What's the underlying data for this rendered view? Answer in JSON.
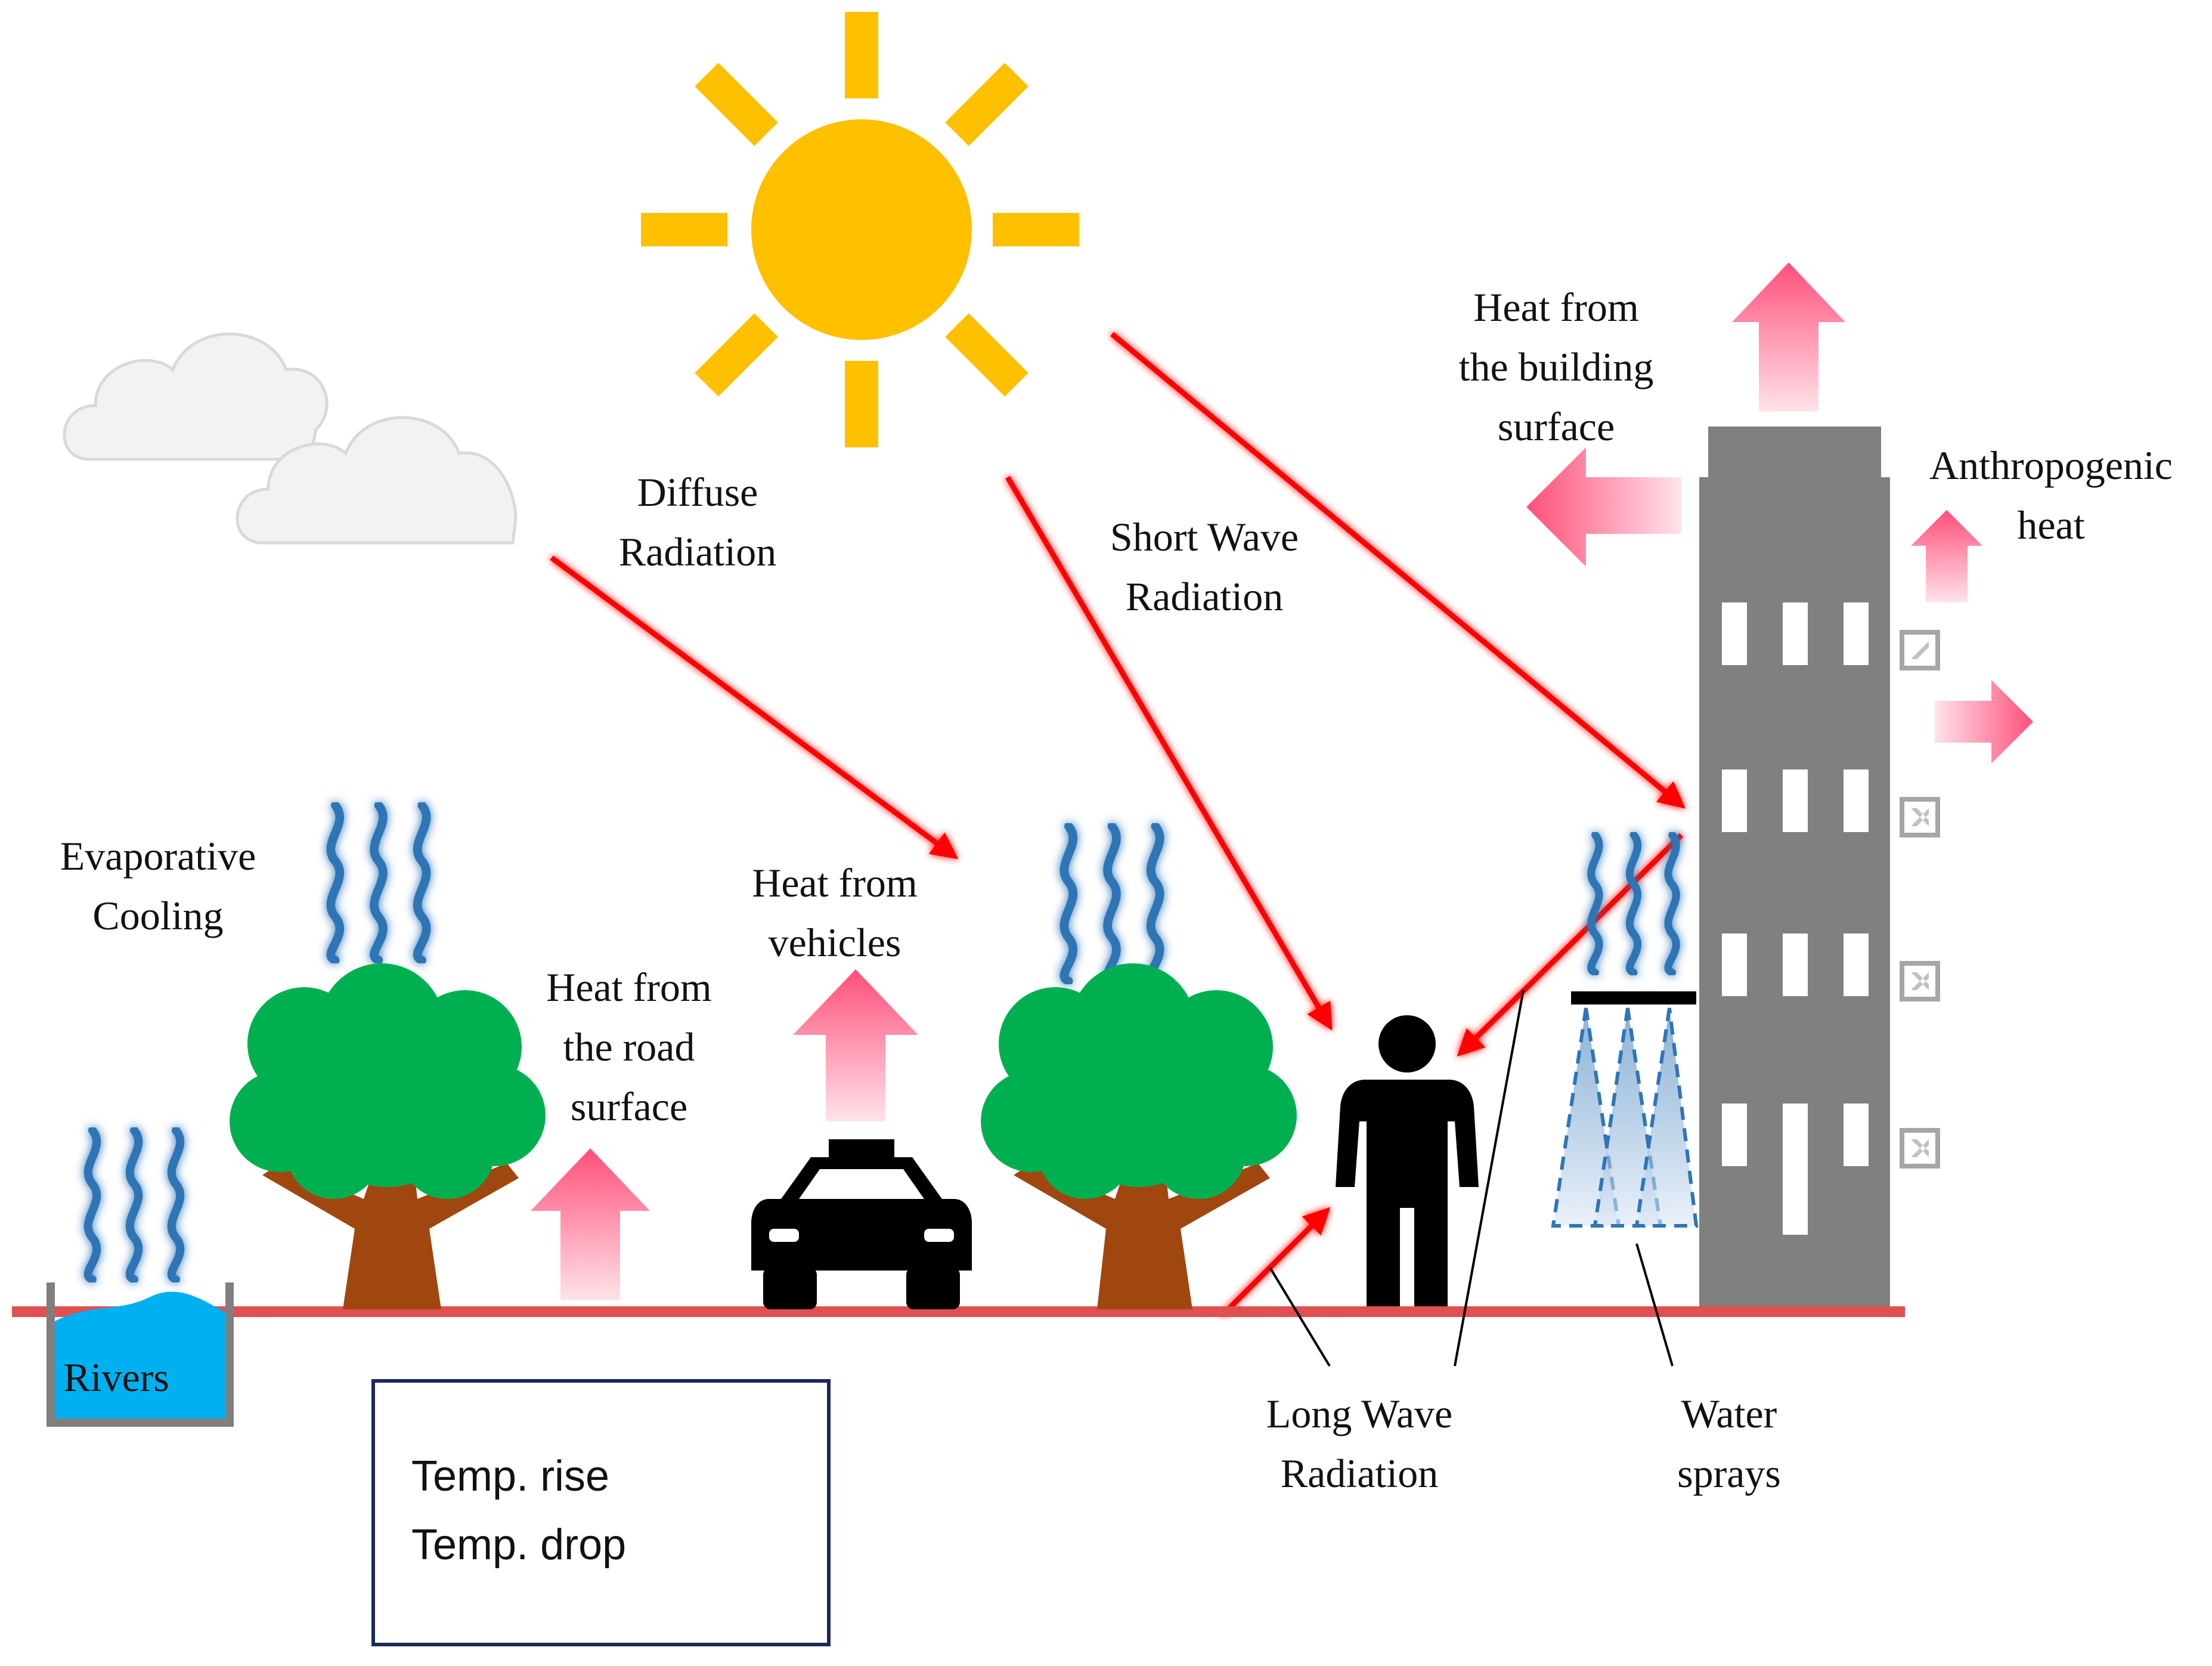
{
  "labels": {
    "diffuse_radiation": "Diffuse\nRadiation",
    "short_wave_radiation": "Short Wave\nRadiation",
    "heat_building_surface": "Heat from\nthe building\nsurface",
    "anthropogenic_heat": "Anthropogenic\nheat",
    "evaporative_cooling": "Evaporative\nCooling",
    "heat_from_vehicles": "Heat from\nvehicles",
    "heat_road_surface": "Heat from\nthe road\nsurface",
    "rivers": "Rivers",
    "long_wave_radiation": "Long Wave\nRadiation",
    "water_sprays": "Water\nsprays"
  },
  "legend": {
    "temp_rise": "Temp. rise",
    "temp_drop": "Temp. drop"
  },
  "colors": {
    "sun": "#FFC000",
    "tree_canopy": "#00B050",
    "tree_trunk": "#A0470F",
    "building": "#808080",
    "ground": "#E05050",
    "radiation_arrow": "#FF0000",
    "heat_arrow": "#FF4F7A",
    "cooling_wave": "#2E75B6",
    "water": "#00B0F0",
    "legend_border": "#1A2A5A"
  },
  "icons": [
    "sun-icon",
    "cloud-icon",
    "tree-icon",
    "car-icon",
    "person-icon",
    "building-icon",
    "cooling-wave-icon",
    "heat-arrow-icon",
    "water-spray-icon",
    "river-icon",
    "vent-icon"
  ]
}
